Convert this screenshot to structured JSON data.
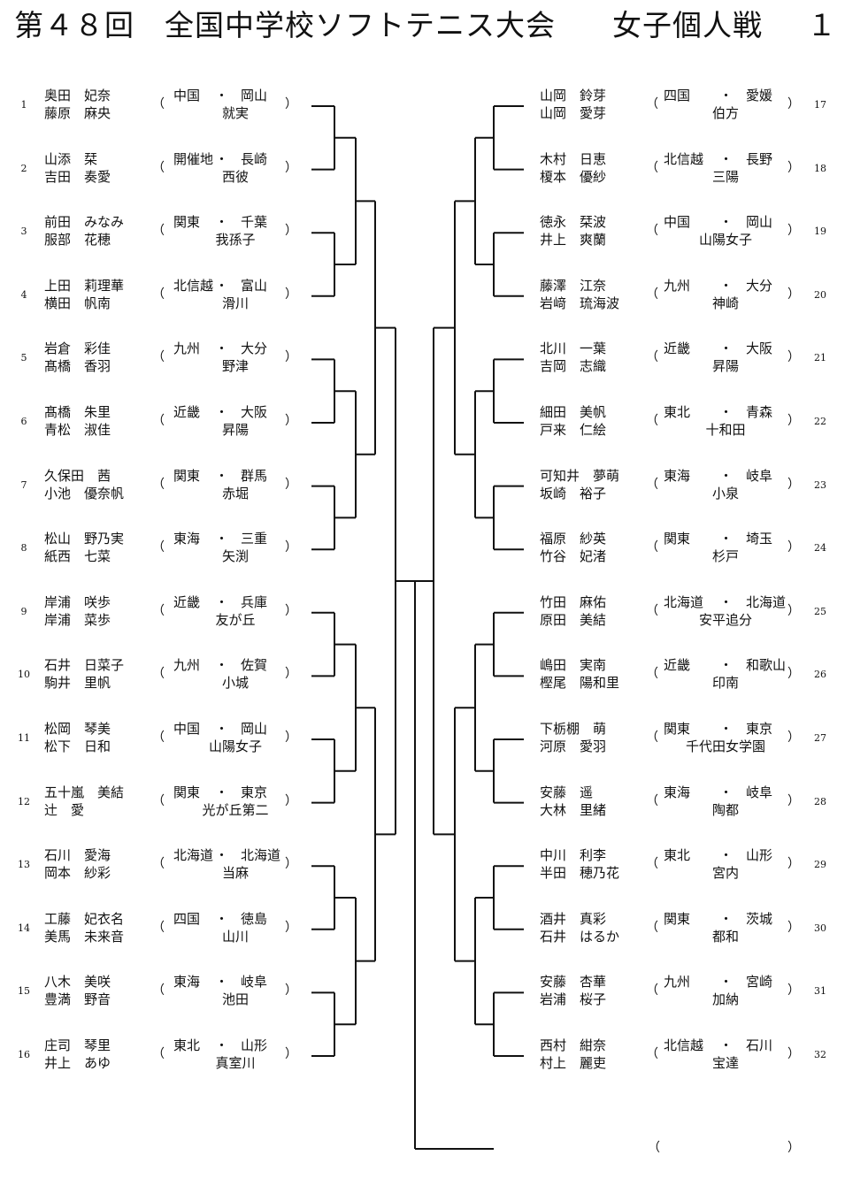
{
  "title": {
    "tournament": "第４８回　全国中学校ソフトテニス大会",
    "event": "女子個人戦",
    "page": "１"
  },
  "parens": {
    "open": "（",
    "sep": "・",
    "close": "）"
  },
  "left": [
    {
      "no": "1",
      "p1": "奥田　妃奈",
      "p2": "藤原　麻央",
      "region": "中国",
      "pref": "岡山",
      "school": "就実"
    },
    {
      "no": "2",
      "p1": "山添　栞",
      "p2": "吉田　奏愛",
      "region": "開催地",
      "pref": "長崎",
      "school": "西彼"
    },
    {
      "no": "3",
      "p1": "前田　みなみ",
      "p2": "服部　花穂",
      "region": "関東",
      "pref": "千葉",
      "school": "我孫子"
    },
    {
      "no": "4",
      "p1": "上田　莉理華",
      "p2": "横田　帆南",
      "region": "北信越",
      "pref": "富山",
      "school": "滑川"
    },
    {
      "no": "5",
      "p1": "岩倉　彩佳",
      "p2": "髙橋　香羽",
      "region": "九州",
      "pref": "大分",
      "school": "野津"
    },
    {
      "no": "6",
      "p1": "髙橋　朱里",
      "p2": "青松　淑佳",
      "region": "近畿",
      "pref": "大阪",
      "school": "昇陽"
    },
    {
      "no": "7",
      "p1": "久保田　茜",
      "p2": "小池　優奈帆",
      "region": "関東",
      "pref": "群馬",
      "school": "赤堀"
    },
    {
      "no": "8",
      "p1": "松山　野乃実",
      "p2": "紙西　七菜",
      "region": "東海",
      "pref": "三重",
      "school": "矢渕"
    },
    {
      "no": "9",
      "p1": "岸浦　咲歩",
      "p2": "岸浦　菜歩",
      "region": "近畿",
      "pref": "兵庫",
      "school": "友が丘"
    },
    {
      "no": "10",
      "p1": "石井　日菜子",
      "p2": "駒井　里帆",
      "region": "九州",
      "pref": "佐賀",
      "school": "小城"
    },
    {
      "no": "11",
      "p1": "松岡　琴美",
      "p2": "松下　日和",
      "region": "中国",
      "pref": "岡山",
      "school": "山陽女子"
    },
    {
      "no": "12",
      "p1": "五十嵐　美結",
      "p2": "辻　愛",
      "region": "関東",
      "pref": "東京",
      "school": "光が丘第二"
    },
    {
      "no": "13",
      "p1": "石川　愛海",
      "p2": "岡本　紗彩",
      "region": "北海道",
      "pref": "北海道",
      "school": "当麻"
    },
    {
      "no": "14",
      "p1": "工藤　妃衣名",
      "p2": "美馬　未来音",
      "region": "四国",
      "pref": "徳島",
      "school": "山川"
    },
    {
      "no": "15",
      "p1": "八木　美咲",
      "p2": "豊満　野音",
      "region": "東海",
      "pref": "岐阜",
      "school": "池田"
    },
    {
      "no": "16",
      "p1": "庄司　琴里",
      "p2": "井上　あゆ",
      "region": "東北",
      "pref": "山形",
      "school": "真室川"
    }
  ],
  "right": [
    {
      "no": "17",
      "p1": "山岡　鈴芽",
      "p2": "山岡　愛芽",
      "region": "四国",
      "pref": "愛媛",
      "school": "伯方"
    },
    {
      "no": "18",
      "p1": "木村　日恵",
      "p2": "榎本　優紗",
      "region": "北信越",
      "pref": "長野",
      "school": "三陽"
    },
    {
      "no": "19",
      "p1": "徳永　栞波",
      "p2": "井上　爽蘭",
      "region": "中国",
      "pref": "岡山",
      "school": "山陽女子"
    },
    {
      "no": "20",
      "p1": "藤澤　江奈",
      "p2": "岩﨑　琉海波",
      "region": "九州",
      "pref": "大分",
      "school": "神崎"
    },
    {
      "no": "21",
      "p1": "北川　一葉",
      "p2": "吉岡　志織",
      "region": "近畿",
      "pref": "大阪",
      "school": "昇陽"
    },
    {
      "no": "22",
      "p1": "細田　美帆",
      "p2": "戸来　仁絵",
      "region": "東北",
      "pref": "青森",
      "school": "十和田"
    },
    {
      "no": "23",
      "p1": "可知井　夢萌",
      "p2": "坂崎　裕子",
      "region": "東海",
      "pref": "岐阜",
      "school": "小泉"
    },
    {
      "no": "24",
      "p1": "福原　紗英",
      "p2": "竹谷　妃渚",
      "region": "関東",
      "pref": "埼玉",
      "school": "杉戸"
    },
    {
      "no": "25",
      "p1": "竹田　麻佑",
      "p2": "原田　美結",
      "region": "北海道",
      "pref": "北海道",
      "school": "安平追分"
    },
    {
      "no": "26",
      "p1": "嶋田　実南",
      "p2": "樫尾　陽和里",
      "region": "近畿",
      "pref": "和歌山",
      "school": "印南"
    },
    {
      "no": "27",
      "p1": "下栃棚　萌",
      "p2": "河原　愛羽",
      "region": "関東",
      "pref": "東京",
      "school": "千代田女学園"
    },
    {
      "no": "28",
      "p1": "安藤　遥",
      "p2": "大林　里緒",
      "region": "東海",
      "pref": "岐阜",
      "school": "陶都"
    },
    {
      "no": "29",
      "p1": "中川　利李",
      "p2": "半田　穂乃花",
      "region": "東北",
      "pref": "山形",
      "school": "宮内"
    },
    {
      "no": "30",
      "p1": "酒井　真彩",
      "p2": "石井　はるか",
      "region": "関東",
      "pref": "茨城",
      "school": "都和"
    },
    {
      "no": "31",
      "p1": "安藤　杏華",
      "p2": "岩浦　桜子",
      "region": "九州",
      "pref": "宮崎",
      "school": "加納"
    },
    {
      "no": "32",
      "p1": "西村　紺奈",
      "p2": "村上　麗吏",
      "region": "北信越",
      "pref": "石川",
      "school": "宝達"
    }
  ]
}
